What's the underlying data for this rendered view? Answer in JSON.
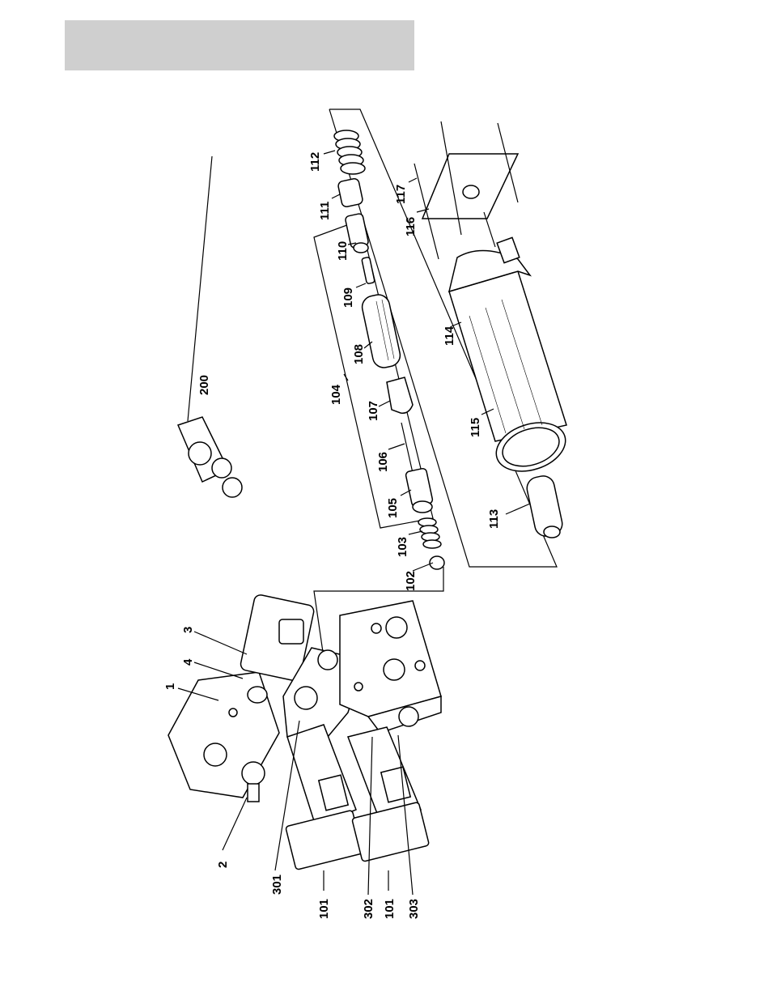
{
  "header": {
    "bar_color": "#cfcfcf"
  },
  "callouts": [
    {
      "id": "c1",
      "text": "1"
    },
    {
      "id": "c2",
      "text": "2"
    },
    {
      "id": "c3",
      "text": "3"
    },
    {
      "id": "c4",
      "text": "4"
    },
    {
      "id": "c101a",
      "text": "101"
    },
    {
      "id": "c101b",
      "text": "101"
    },
    {
      "id": "c102",
      "text": "102"
    },
    {
      "id": "c103",
      "text": "103"
    },
    {
      "id": "c104",
      "text": "104"
    },
    {
      "id": "c105",
      "text": "105"
    },
    {
      "id": "c106",
      "text": "106"
    },
    {
      "id": "c107",
      "text": "107"
    },
    {
      "id": "c108",
      "text": "108"
    },
    {
      "id": "c109",
      "text": "109"
    },
    {
      "id": "c110",
      "text": "110"
    },
    {
      "id": "c111",
      "text": "111"
    },
    {
      "id": "c112",
      "text": "112"
    },
    {
      "id": "c113",
      "text": "113"
    },
    {
      "id": "c114",
      "text": "114"
    },
    {
      "id": "c115",
      "text": "115"
    },
    {
      "id": "c116",
      "text": "116"
    },
    {
      "id": "c117",
      "text": "117"
    },
    {
      "id": "c200",
      "text": "200"
    },
    {
      "id": "c301",
      "text": "301"
    },
    {
      "id": "c302",
      "text": "302"
    },
    {
      "id": "c303",
      "text": "303"
    }
  ]
}
